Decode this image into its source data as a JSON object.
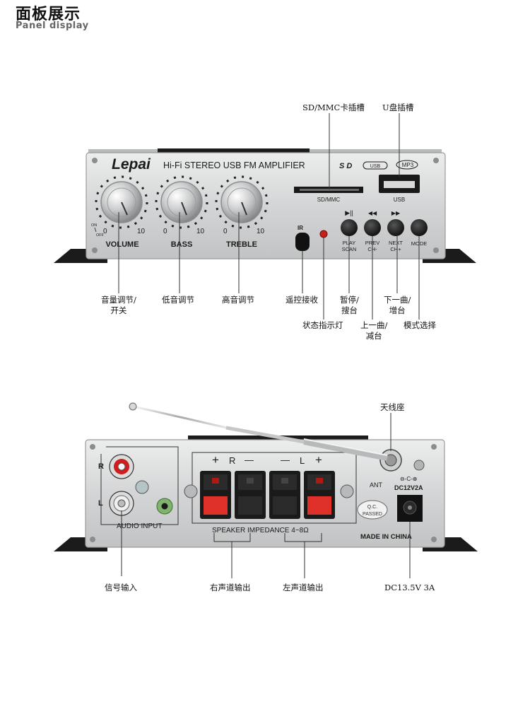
{
  "header": {
    "title_cn": "面板展示",
    "title_en": "Panel display"
  },
  "front_panel": {
    "brand": "Lepai",
    "model_text": "Hi-Fi STEREO USB FM AMPLIFIER",
    "sd_logo": "S D",
    "usb_logo": "USB",
    "mp3_logo": "MP3",
    "sd_slot_label": "SD/MMC",
    "usb_port_label": "USB",
    "ir_label": "IR",
    "on_label": "ON",
    "off_label": "OFF",
    "knobs": [
      {
        "name": "VOLUME",
        "min": "0",
        "max": "10"
      },
      {
        "name": "BASS",
        "min": "0",
        "max": "10"
      },
      {
        "name": "TREBLE",
        "min": "0",
        "max": "10"
      }
    ],
    "buttons": [
      {
        "symbol": "▶||",
        "line1": "PLAY",
        "line2": "SCAN"
      },
      {
        "symbol": "◀◀",
        "line1": "PREV",
        "line2": "CH-"
      },
      {
        "symbol": "▶▶",
        "line1": "NEXT",
        "line2": "CH+"
      },
      {
        "symbol": "",
        "line1": "MODE",
        "line2": ""
      }
    ]
  },
  "front_callouts": {
    "sd_slot": "SD/MMC卡插槽",
    "usb_slot": "U盘插槽",
    "volume_1": "音量调节/",
    "volume_2": "开关",
    "bass": "低音调节",
    "treble": "高音调节",
    "ir": "遥控接收",
    "indicator": "状态指示灯",
    "play_1": "暂停/",
    "play_2": "搜台",
    "prev_1": "上一曲/",
    "prev_2": "减台",
    "next_1": "下一曲/",
    "next_2": "增台",
    "mode": "模式选择"
  },
  "back_panel": {
    "r_label": "R",
    "l_label": "L",
    "audio_input": "AUDIO INPUT",
    "plus": "+",
    "minus": "—",
    "speaker_r": "R",
    "speaker_l": "L",
    "impedance": "SPEAKER IMPEDANCE 4~8Ω",
    "qc_1": "Q.C.",
    "qc_2": "PASSED",
    "ant": "ANT",
    "dc_symbol": "⊖-C-⊕",
    "dc_rating": "DC12V2A",
    "made_in": "MADE IN CHINA"
  },
  "back_callouts": {
    "antenna": "天线座",
    "signal_input": "信号输入",
    "right_out": "右声道输出",
    "left_out": "左声道输出",
    "dc": "DC13.5V 3A"
  },
  "colors": {
    "panel_silver": "#d9dadb",
    "rca_red": "#d11c1c",
    "terminal_red": "#e0302a",
    "led_red": "#c8201a"
  }
}
